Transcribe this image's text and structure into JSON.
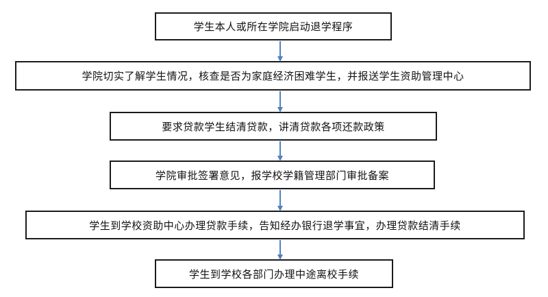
{
  "steps": [
    {
      "text": "学生本人或所在学院启动退学程序"
    },
    {
      "text": "学院切实了解学生情况，核查是否为家庭经济困难学生，并报送学生资助管理中心"
    },
    {
      "text": "要求贷款学生结清贷款，讲清贷款各项还款政策"
    },
    {
      "text": "学院审批签署意见，报学校学籍管理部门审批备案"
    },
    {
      "text": "学生到学校资助中心办理贷款手续，告知经办银行退学事宜，办理贷款结清手续"
    },
    {
      "text": "学生到学校各部门办理中途离校手续"
    }
  ],
  "colors": {
    "arrow": "#4f81bd",
    "box_border": "#1a1a1a"
  }
}
